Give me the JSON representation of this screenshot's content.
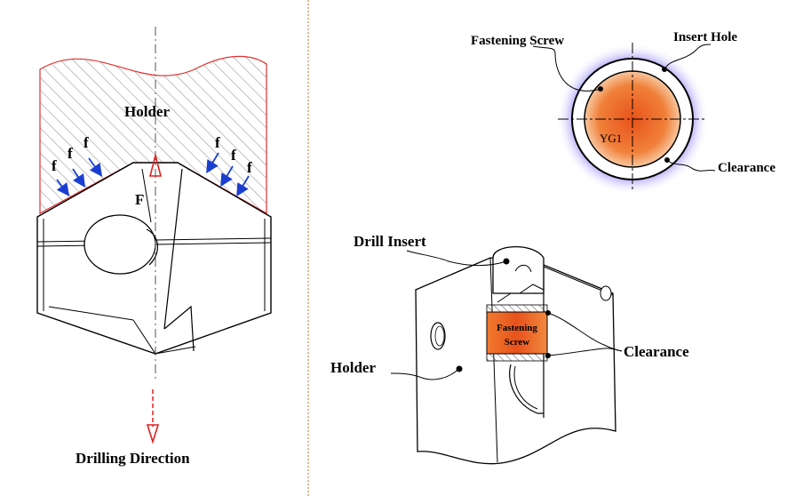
{
  "left_panel": {
    "holder_label": "Holder",
    "force_labels": [
      "f",
      "f",
      "f",
      "f",
      "f",
      "f"
    ],
    "resultant_label": "F",
    "direction_label": "Drilling Direction"
  },
  "top_right_panel": {
    "fastening_screw_label": "Fastening Screw",
    "insert_hole_label": "Insert Hole",
    "center_label": "YG1",
    "clearance_label": "Clearance"
  },
  "bottom_right_panel": {
    "drill_insert_label": "Drill Insert",
    "holder_label": "Holder",
    "clearance_label": "Clearance",
    "screw_label_line1": "Fastening",
    "screw_label_line2": "Screw"
  },
  "colors": {
    "holder_outline": "#e03030",
    "force_arrow": "#1a3fd0",
    "drill_direction": "#e02020",
    "screw_fill": "#e8622a",
    "glow": "#7b6cf0",
    "divider": "#d89a6a"
  }
}
